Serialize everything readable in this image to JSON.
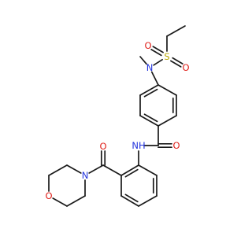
{
  "molecule": {
    "atoms": [
      {
        "id": "S",
        "symbol": "S",
        "color": "#b8a800"
      },
      {
        "id": "O_s1",
        "symbol": "O",
        "color": "#e0201a"
      },
      {
        "id": "O_s2",
        "symbol": "O",
        "color": "#e0201a"
      },
      {
        "id": "N_sul",
        "symbol": "N",
        "color": "#2233dd"
      },
      {
        "id": "O_am",
        "symbol": "O",
        "color": "#e0201a"
      },
      {
        "id": "N_am",
        "symbol": "NH",
        "color": "#2233dd"
      },
      {
        "id": "O_c",
        "symbol": "O",
        "color": "#e0201a"
      },
      {
        "id": "N_mor",
        "symbol": "N",
        "color": "#2233dd"
      },
      {
        "id": "O_mor",
        "symbol": "O",
        "color": "#e0201a"
      }
    ],
    "bond_color": "#1a1a1a"
  }
}
